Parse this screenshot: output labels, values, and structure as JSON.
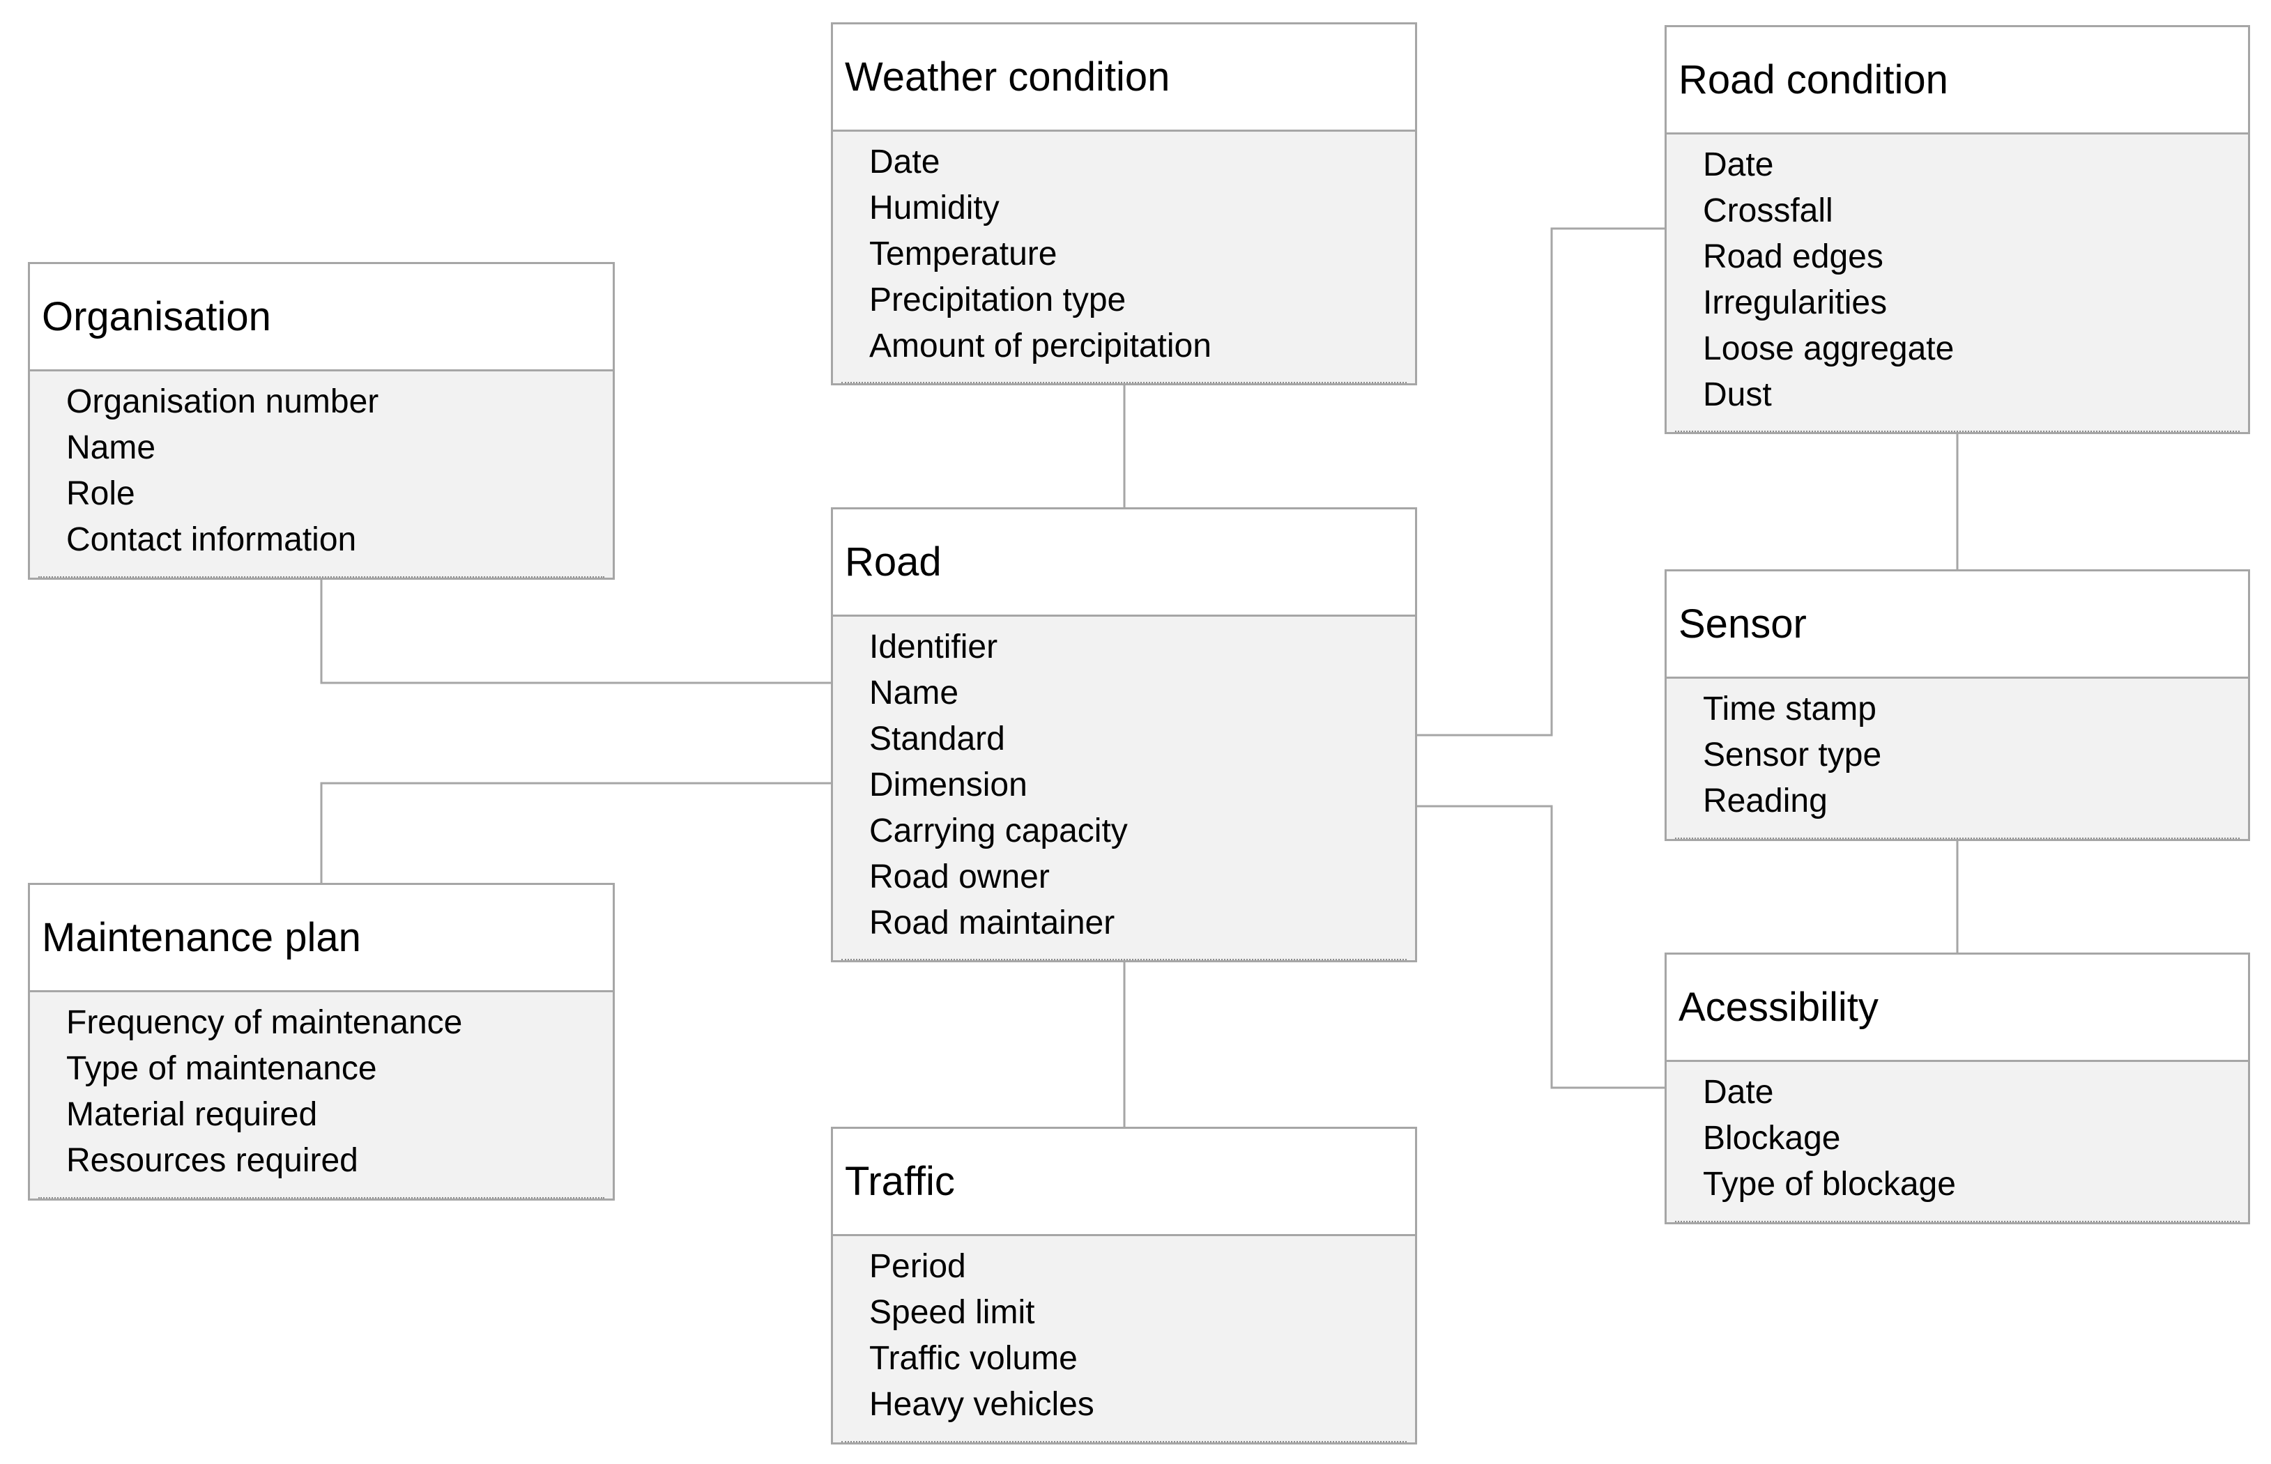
{
  "colors": {
    "border": "#a6a6a6",
    "header_fill": "#ffffff",
    "body_fill": "#f2f2f2",
    "text": "#000000"
  },
  "entities": [
    {
      "id": "weather",
      "title": "Weather condition",
      "attributes": [
        "Date",
        "Humidity",
        "Temperature",
        "Precipitation type",
        "Amount of percipitation"
      ]
    },
    {
      "id": "road_condition",
      "title": "Road condition",
      "attributes": [
        "Date",
        "Crossfall",
        "Road edges",
        "Irregularities",
        "Loose aggregate",
        "Dust"
      ]
    },
    {
      "id": "organisation",
      "title": "Organisation",
      "attributes": [
        "Organisation number",
        "Name",
        "Role",
        "Contact information"
      ]
    },
    {
      "id": "road",
      "title": "Road",
      "attributes": [
        "Identifier",
        "Name",
        "Standard",
        "Dimension",
        "Carrying capacity",
        "Road owner",
        "Road maintainer"
      ]
    },
    {
      "id": "sensor",
      "title": "Sensor",
      "attributes": [
        "Time stamp",
        "Sensor type",
        "Reading"
      ]
    },
    {
      "id": "maintenance",
      "title": "Maintenance plan",
      "attributes": [
        "Frequency of maintenance",
        "Type of maintenance",
        "Material required",
        "Resources required"
      ]
    },
    {
      "id": "accessibility",
      "title": "Acessibility",
      "attributes": [
        "Date",
        "Blockage",
        "Type of blockage"
      ]
    },
    {
      "id": "traffic",
      "title": "Traffic",
      "attributes": [
        "Period",
        "Speed limit",
        "Traffic volume",
        "Heavy vehicles"
      ]
    }
  ],
  "relationships": [
    {
      "from": "weather",
      "to": "road"
    },
    {
      "from": "organisation",
      "to": "road"
    },
    {
      "from": "maintenance",
      "to": "road"
    },
    {
      "from": "road",
      "to": "road_condition"
    },
    {
      "from": "road",
      "to": "accessibility"
    },
    {
      "from": "road",
      "to": "traffic"
    },
    {
      "from": "road_condition",
      "to": "sensor"
    },
    {
      "from": "sensor",
      "to": "accessibility"
    }
  ]
}
